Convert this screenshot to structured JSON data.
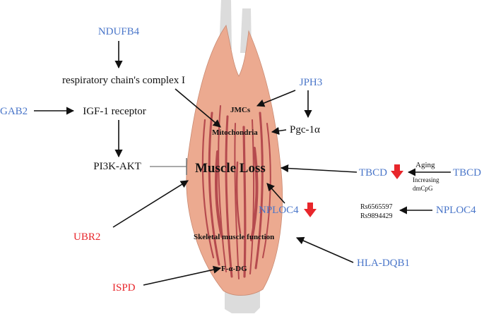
{
  "colors": {
    "gene_blue": "#4a76c9",
    "gene_red": "#e8262b",
    "muscle_fill": "#ecaa90",
    "muscle_fiber": "#b54a4e",
    "tendon": "#dcdcdc"
  },
  "genes": {
    "ndufb4": "NDUFB4",
    "gab2": "GAB2",
    "jph3": "JPH3",
    "tbcd_left": "TBCD",
    "tbcd_right": "TBCD",
    "nploc4_left": "NPLOC4",
    "nploc4_right": "NPLOC4",
    "ubr2": "UBR2",
    "hla_dqb1": "HLA-DQB1",
    "ispd": "ISPD"
  },
  "labels": {
    "respiratory": "respiratory chain's complex I",
    "igf1r": "IGF-1 receptor",
    "pi3k": "PI3K-AKT",
    "pgc1a": "Pgc-1α",
    "aging": "Aging",
    "increasing": "Increasing",
    "dmcpg": "dmCpG",
    "rs1": "Rs6565597",
    "rs2": "Rs9894429"
  },
  "muscle": {
    "jmcs": "JMCs",
    "mitochondria": "Mitochondria",
    "title": "Muscle Loss",
    "function": "Skeletal muscle function",
    "fdg": "F-α-DG"
  }
}
